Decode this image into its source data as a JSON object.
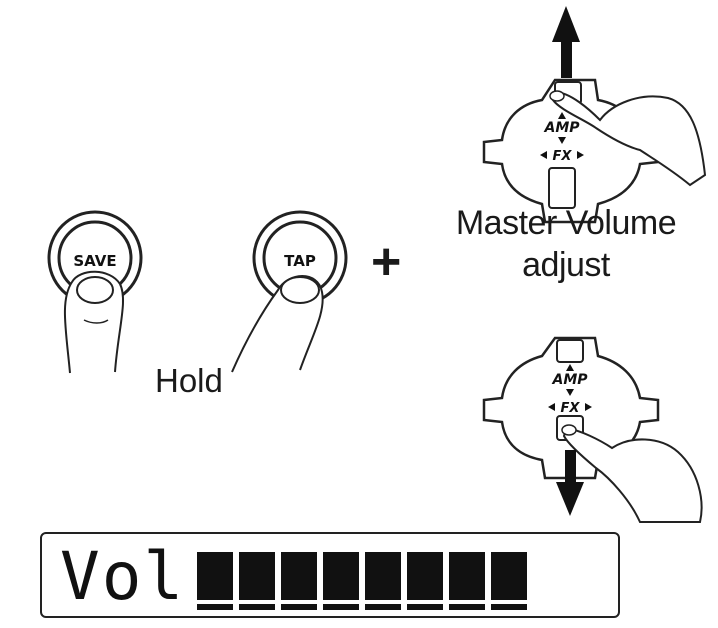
{
  "buttons": {
    "save_label": "SAVE",
    "tap_label": "TAP"
  },
  "hold_label": "Hold",
  "plus_symbol": "+",
  "master_volume": {
    "line1": "Master Volume",
    "line2": "adjust"
  },
  "encoder": {
    "amp_label": "AMP",
    "fx_label": "FX",
    "up_arrow_icon": "arrow-up-icon",
    "down_arrow_icon": "arrow-down-icon"
  },
  "lcd": {
    "text": "Vol",
    "block_count": 8
  }
}
